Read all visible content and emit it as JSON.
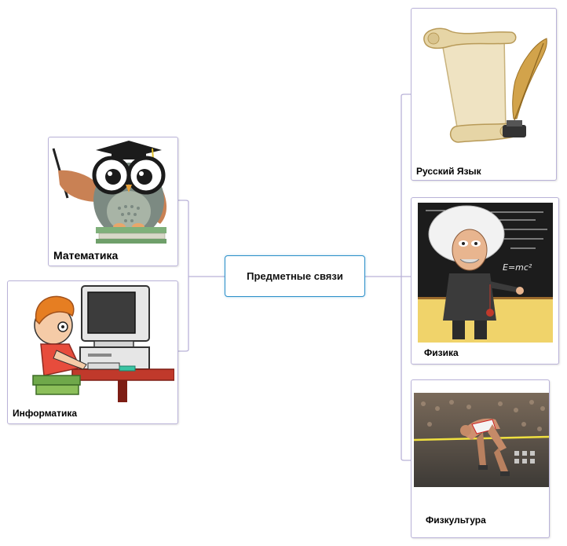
{
  "center": {
    "label": "Предметные связи"
  },
  "topics": [
    {
      "label": "Математика",
      "image": "owl-teacher-picture"
    },
    {
      "label": "Информатика",
      "image": "boy-at-computer-picture"
    },
    {
      "label": "Русский Язык",
      "image": "scroll-and-quill-picture"
    },
    {
      "label": "Физика",
      "image": "einstein-caricature-picture"
    },
    {
      "label": "Физкультура",
      "image": "high-jump-athlete-picture"
    }
  ],
  "colors": {
    "connector": "#b9b2d8",
    "center_border": "#2a8fc9",
    "node_border": "#b9b2d8"
  }
}
